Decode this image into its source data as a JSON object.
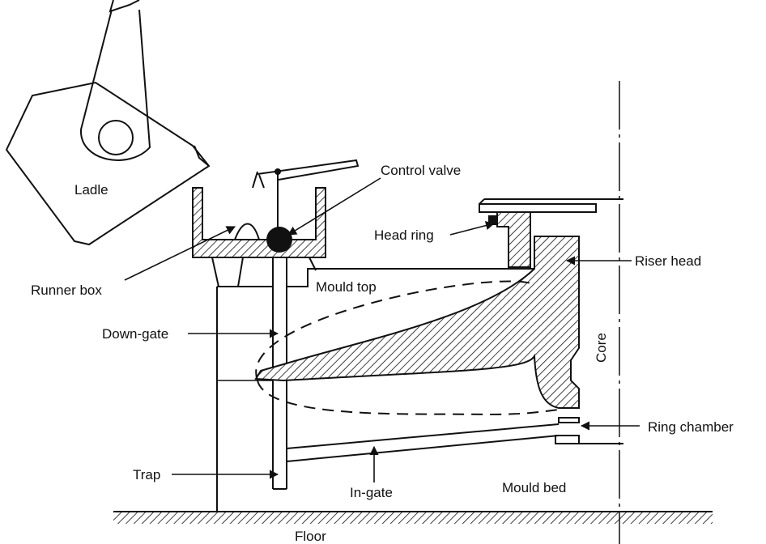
{
  "labels": {
    "ladle": "Ladle",
    "control_valve": "Control valve",
    "head_ring": "Head ring",
    "riser_head": "Riser head",
    "runner_box": "Runner box",
    "mould_top": "Mould top",
    "down_gate": "Down-gate",
    "core": "Core",
    "ring_chamber": "Ring chamber",
    "trap": "Trap",
    "in_gate": "In-gate",
    "mould_bed": "Mould bed",
    "floor": "Floor"
  }
}
